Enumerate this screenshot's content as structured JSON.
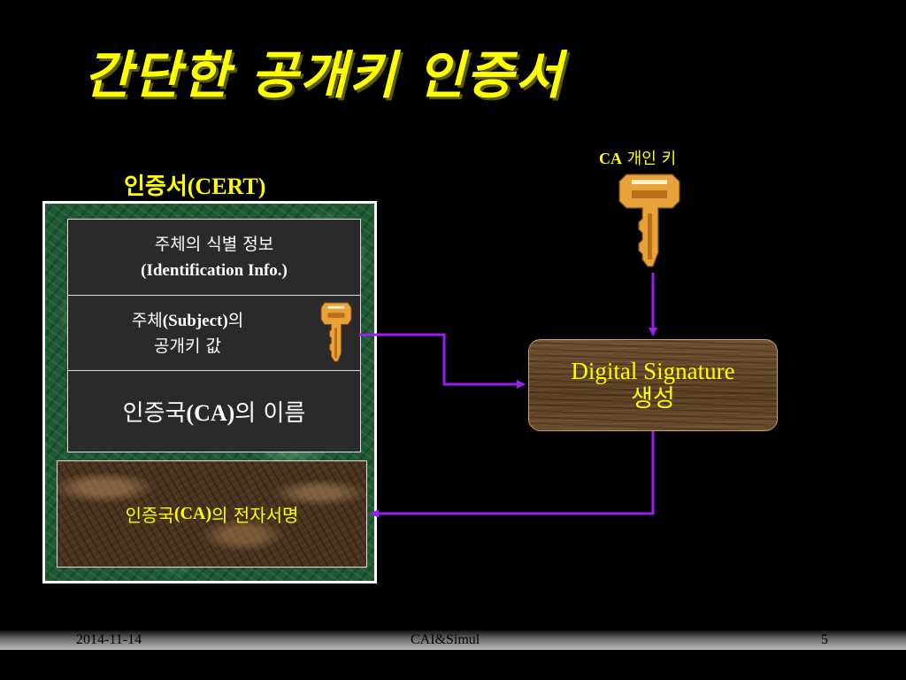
{
  "slide": {
    "title": "간단한 공개키 인증서"
  },
  "certificate": {
    "label_ko": "인증서",
    "label_en": "(CERT)",
    "fields": {
      "identification_ko": "주체의 식별 정보",
      "identification_en": "(Identification Info.)",
      "subject_prefix": "주체",
      "subject_en": "(Subject)",
      "subject_suffix": "의",
      "subject_line2": "공개키 값",
      "ca_name_prefix": "인증국",
      "ca_name_en": "(CA)",
      "ca_name_suffix": "의 이름"
    },
    "signature": {
      "prefix": "인증국",
      "en": "(CA)",
      "suffix": "의 전자서명"
    }
  },
  "ca_private_key": {
    "label_en": "CA",
    "label_ko": "개인 키"
  },
  "digital_signature_box": {
    "line1": "Digital Signature",
    "line2": "생성"
  },
  "footer": {
    "date": "2014-11-14",
    "center": "CAI&Simul",
    "page": "5"
  },
  "colors": {
    "title": "#ffff00",
    "arrow": "#9a1ff0",
    "key": "#e8a23a"
  },
  "icons": {
    "subject_key": "key-icon",
    "ca_key": "key-icon"
  }
}
